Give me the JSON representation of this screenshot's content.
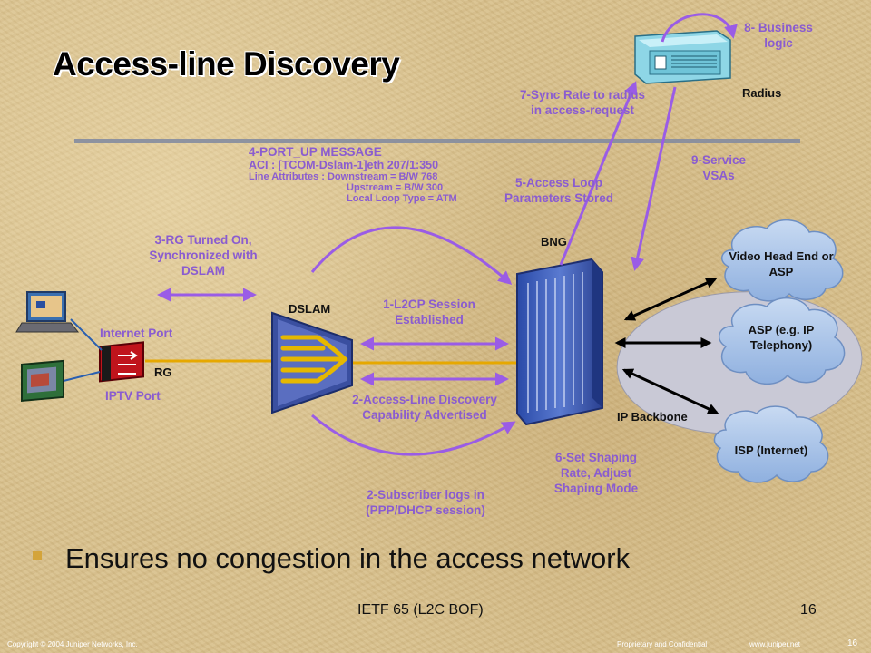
{
  "title": "Access-line Discovery",
  "labels": {
    "business_logic": "8- Business logic",
    "radius": "Radius",
    "sync_rate": "7-Sync Rate to radius in access-request",
    "port_up_title": "4-PORT_UP MESSAGE",
    "aci": "ACI : [TCOM-Dslam-1]eth  207/1:350",
    "line_attr": "Line Attributes  : Downstream  = B/W 768",
    "upstream": "Upstream  = B/W 300",
    "loop_type": "Local Loop Type = ATM",
    "access_loop": "5-Access Loop Parameters Stored",
    "service_vsas": "9-Service VSAs",
    "rg_on": "3-RG Turned On, Synchronized with DSLAM",
    "bng": "BNG",
    "dslam": "DSLAM",
    "l2cp": "1-L2CP Session Established",
    "internet_port": "Internet Port",
    "rg": "RG",
    "iptv_port": "IPTV Port",
    "capability": "2-Access-Line Discovery Capability Advertised",
    "ip_backbone": "IP Backbone",
    "shaping": "6-Set Shaping Rate, Adjust Shaping Mode",
    "subscriber": "2-Subscriber logs in (PPP/DHCP session)"
  },
  "clouds": {
    "video": "Video Head End or ASP",
    "asp": "ASP (e.g. IP Telephony)",
    "isp": "ISP (Internet)"
  },
  "bullet": "Ensures no congestion in the access network",
  "footer": {
    "center": "IETF 65 (L2C BOF)",
    "page": "16",
    "copyright": "Copyright © 2004 Juniper Networks, Inc.",
    "proprietary": "Proprietary and Confidential",
    "url": "www.juniper.net",
    "small_page": "16"
  },
  "colors": {
    "accent_label": "#8a5cd0",
    "arrow": "#9a5ce6",
    "cloud": "#a9c3e6",
    "bng": "#3a5bb8",
    "dslam": "#e6a800"
  }
}
